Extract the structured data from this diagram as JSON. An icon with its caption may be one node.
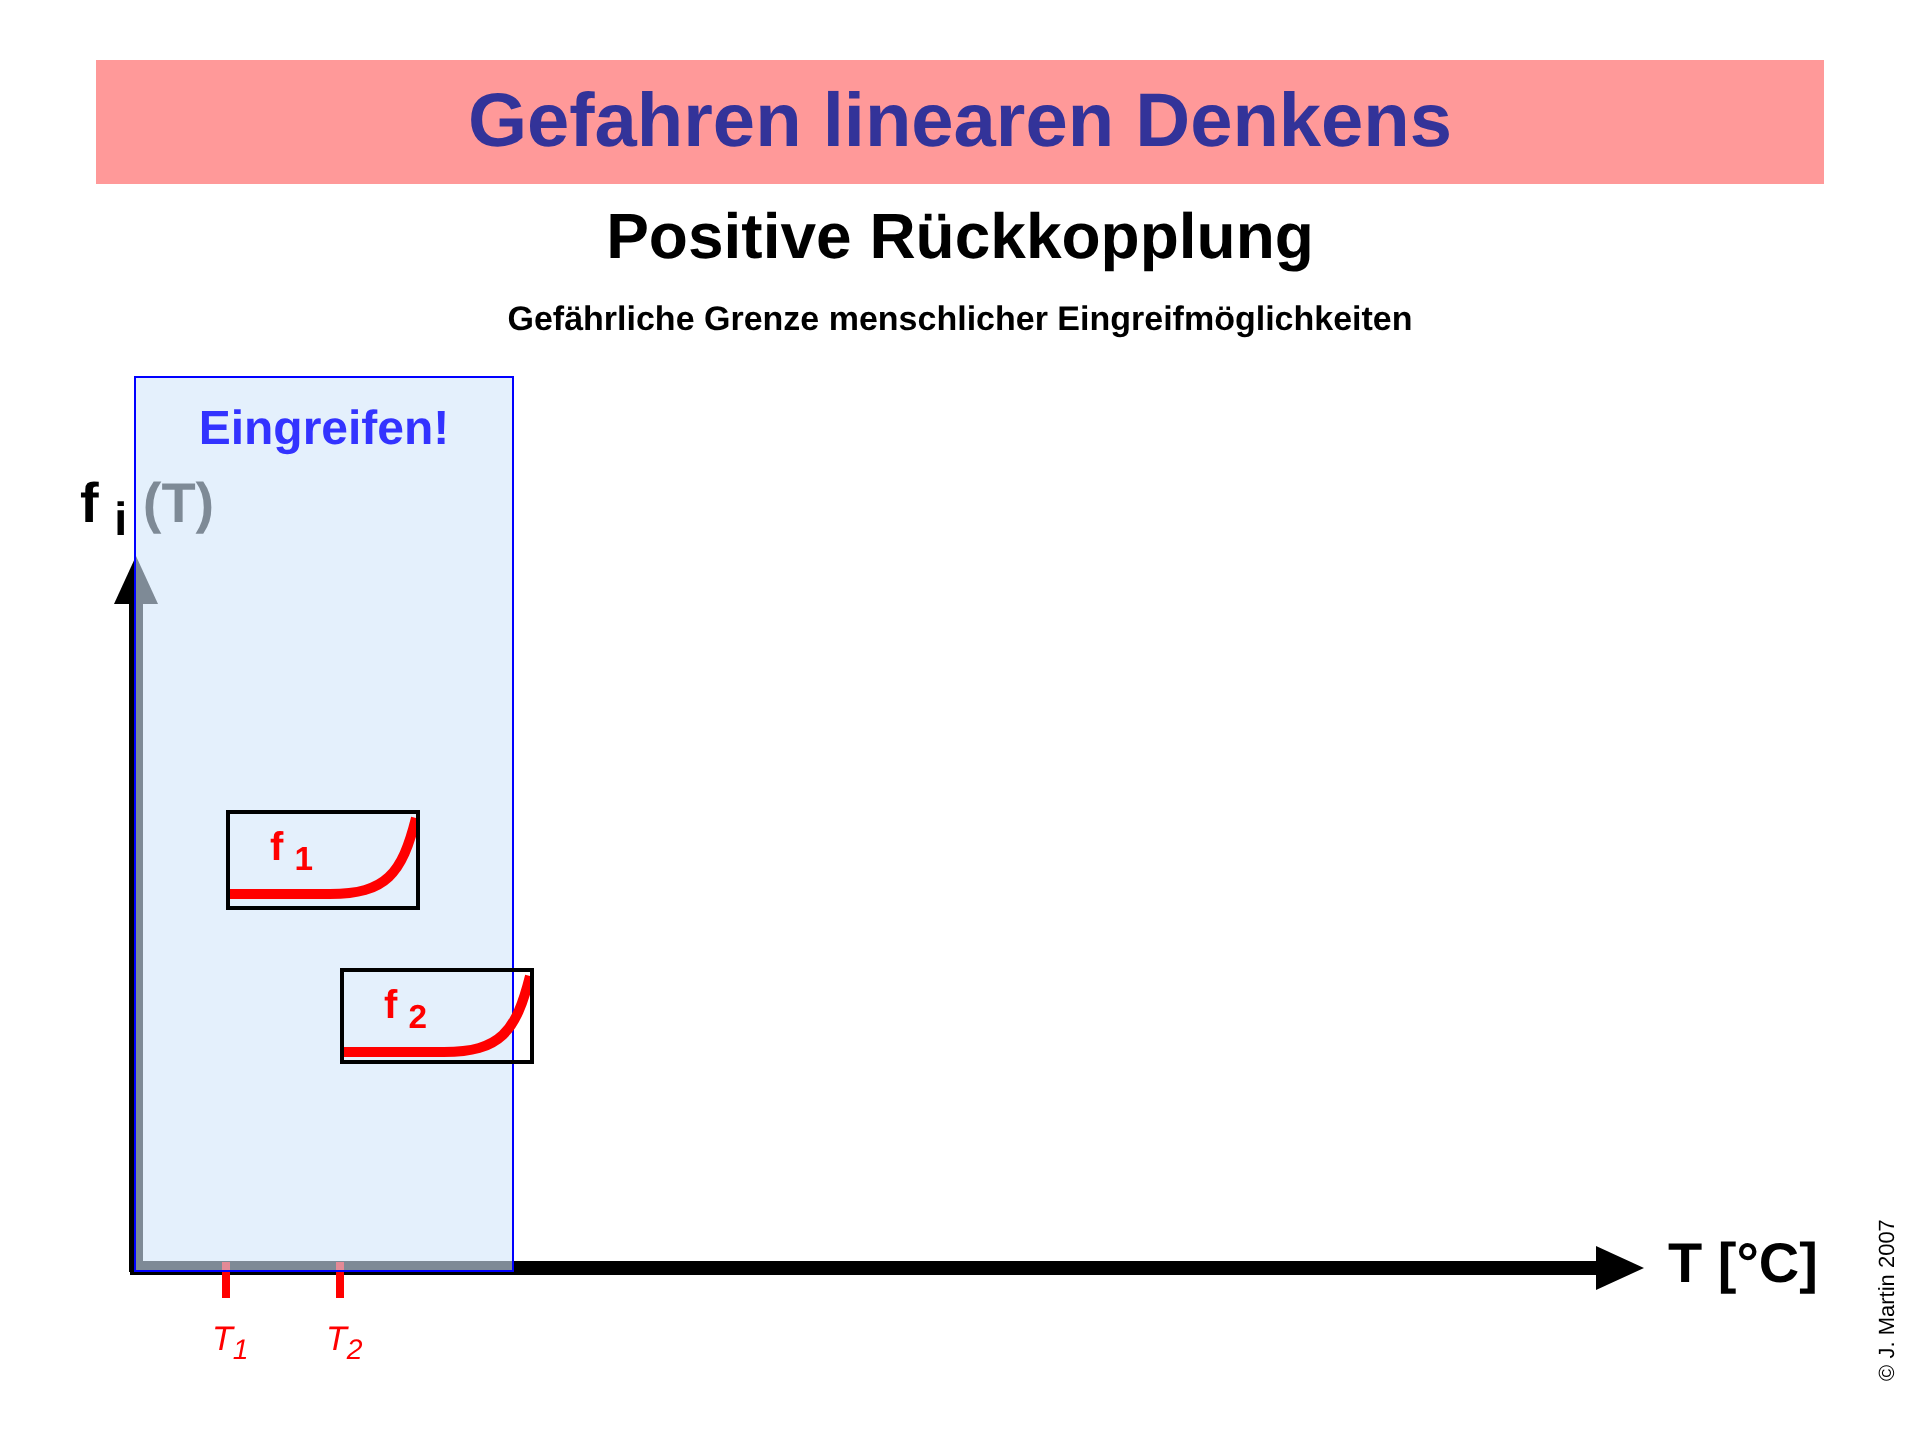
{
  "diagram": {
    "title": "Gefahren linearen Denkens",
    "nodes": [
      {
        "text": [
          "Eingreifen!"
        ]
      },
      {
        "text": [
          "f $_{1}$"
        ],
        "in": 0
      },
      {
        "text": [
          "f $_{2}$"
        ]
      }
    ],
    "labels": [
      "Positive Rückkopplung",
      "Gefährliche Grenze menschlicher Eingreifmöglichkeiten",
      "f $_{i}$ (T)",
      "T [°C]",
      "T$_{1}$",
      "T$_{2}$",
      "© J. Martin 2007"
    ]
  }
}
